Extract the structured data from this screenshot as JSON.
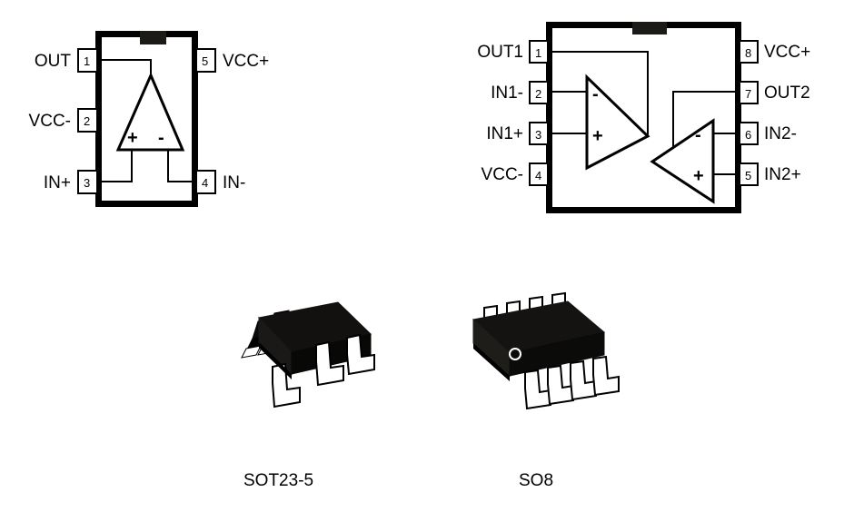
{
  "page": {
    "background_color": "#ffffff",
    "ink_color": "#000000",
    "notch_color": "#1c1a17"
  },
  "diagrams": [
    {
      "id": "sot23-5-pinout",
      "name": "single-opamp-pinout",
      "pin_count": 5,
      "left_pins": [
        {
          "number": "1",
          "label": "OUT"
        },
        {
          "number": "2",
          "label": "VCC-"
        },
        {
          "number": "3",
          "label": "IN+"
        }
      ],
      "right_pins": [
        {
          "number": "5",
          "label": "VCC+"
        },
        {
          "number": "4",
          "label": "IN-"
        }
      ],
      "amplifiers": [
        {
          "id": "amp1",
          "orientation": "up",
          "plus": "+",
          "minus": "-"
        }
      ]
    },
    {
      "id": "so8-pinout",
      "name": "dual-opamp-pinout",
      "pin_count": 8,
      "left_pins": [
        {
          "number": "1",
          "label": "OUT1"
        },
        {
          "number": "2",
          "label": "IN1-"
        },
        {
          "number": "3",
          "label": "IN1+"
        },
        {
          "number": "4",
          "label": "VCC-"
        }
      ],
      "right_pins": [
        {
          "number": "8",
          "label": "VCC+"
        },
        {
          "number": "7",
          "label": "OUT2"
        },
        {
          "number": "6",
          "label": "IN2-"
        },
        {
          "number": "5",
          "label": "IN2+"
        }
      ],
      "amplifiers": [
        {
          "id": "amp1",
          "orientation": "right",
          "plus": "+",
          "minus": "-"
        },
        {
          "id": "amp2",
          "orientation": "left",
          "plus": "+",
          "minus": "-"
        }
      ]
    }
  ],
  "packages": [
    {
      "id": "sot23-5",
      "caption": "SOT23-5",
      "lead_count": 5
    },
    {
      "id": "so8",
      "caption": "SO8",
      "lead_count": 8
    }
  ]
}
